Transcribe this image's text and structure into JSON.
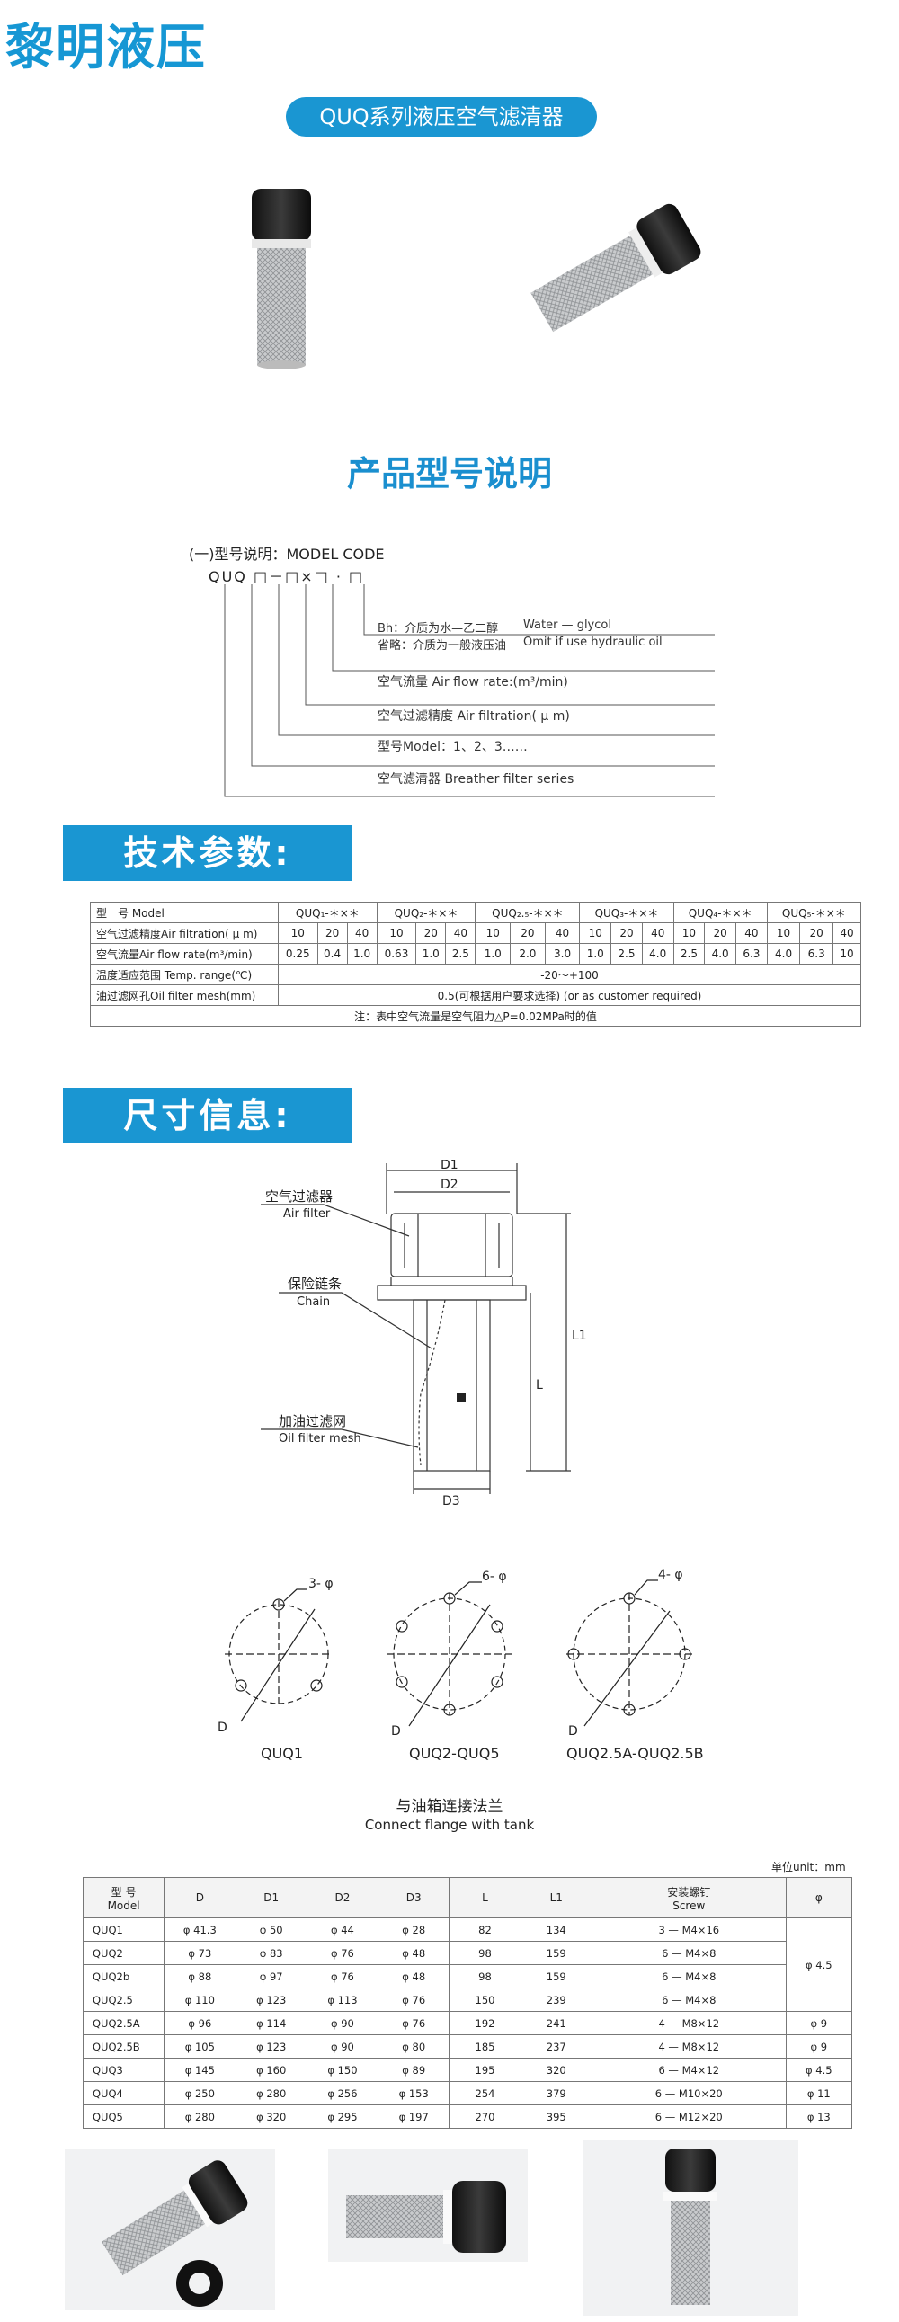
{
  "brand": {
    "name": "黎明液压"
  },
  "title_pill": "QUQ系列液压空气滤清器",
  "model_heading": "产品型号说明",
  "model_code": {
    "title": "(一)型号说明：MODEL CODE",
    "pattern": "QUQ □－□×□ · □",
    "line1a": "Bh：介质为水—乙二醇",
    "line1b": "Water — glycol",
    "line2a": "省略：介质为一般液压油",
    "line2b": "Omit if use hydraulic oil",
    "line3": "空气流量 Air flow rate:(m³/min)",
    "line4": "空气过滤精度 Air filtration( μ m)",
    "line5": "型号Model：1、2、3……",
    "line6": "空气滤清器  Breather filter series"
  },
  "tech_section": "技术参数:",
  "tech_table": {
    "header_label": "型　号 Model",
    "models": [
      "QUQ₁-＊×＊",
      "QUQ₂-＊×＊",
      "QUQ₂.₅-＊×＊",
      "QUQ₃-＊×＊",
      "QUQ₄-＊×＊",
      "QUQ₅-＊×＊"
    ],
    "filtration_label": "空气过滤精度Air filtration( μ m)",
    "filtration": [
      "10",
      "20",
      "40",
      "10",
      "20",
      "40",
      "10",
      "20",
      "40",
      "10",
      "20",
      "40",
      "10",
      "20",
      "40",
      "10",
      "20",
      "40"
    ],
    "flow_label": "空气流量Air flow rate(m³/min)",
    "flow": [
      "0.25",
      "0.4",
      "1.0",
      "0.63",
      "1.0",
      "2.5",
      "1.0",
      "2.0",
      "3.0",
      "1.0",
      "2.5",
      "4.0",
      "2.5",
      "4.0",
      "6.3",
      "4.0",
      "6.3",
      "10"
    ],
    "temp_label": "温度适应范围 Temp. range(℃)",
    "temp_value": "-20～+100",
    "mesh_label": "油过滤网孔Oil filter mesh(mm)",
    "mesh_value": "0.5(可根据用户要求选择) (or as customer required)",
    "note": "注：表中空气流量是空气阻力△P=0.02MPa时的值"
  },
  "dim_section": "尺寸信息:",
  "drawing": {
    "d1": "D1",
    "d2": "D2",
    "d3": "D3",
    "l": "L",
    "l1": "L1",
    "air_filter_cn": "空气过滤器",
    "air_filter_en": "Air filter",
    "chain_cn": "保险链条",
    "chain_en": "Chain",
    "mesh_cn": "加油过滤网",
    "mesh_en": "Oil filter mesh",
    "hole1": "3- φ",
    "hole2": "6- φ",
    "hole3": "4- φ",
    "d": "D",
    "flange1": "QUQ1",
    "flange2": "QUQ2-QUQ5",
    "flange3": "QUQ2.5A-QUQ2.5B",
    "flange_cn": "与油箱连接法兰",
    "flange_en": "Connect flange with tank"
  },
  "unit_note": "单位unit：mm",
  "dim_table": {
    "headers": {
      "model_cn": "型 号",
      "model_en": "Model",
      "D": "D",
      "D1": "D1",
      "D2": "D2",
      "D3": "D3",
      "L": "L",
      "L1": "L1",
      "screw_cn": "安装螺钉",
      "screw_en": "Screw",
      "phi": "φ"
    },
    "rows": [
      {
        "model": "QUQ1",
        "D": "φ 41.3",
        "D1": "φ 50",
        "D2": "φ 44",
        "D3": "φ 28",
        "L": "82",
        "L1": "134",
        "screw": "3 — M4×16",
        "phi": ""
      },
      {
        "model": "QUQ2",
        "D": "φ 73",
        "D1": "φ 83",
        "D2": "φ 76",
        "D3": "φ 48",
        "L": "98",
        "L1": "159",
        "screw": "6 — M4×8",
        "phi": ""
      },
      {
        "model": "QUQ2b",
        "D": "φ 88",
        "D1": "φ 97",
        "D2": "φ 76",
        "D3": "φ 48",
        "L": "98",
        "L1": "159",
        "screw": "6 — M4×8",
        "phi": ""
      },
      {
        "model": "QUQ2.5",
        "D": "φ 110",
        "D1": "φ 123",
        "D2": "φ 113",
        "D3": "φ 76",
        "L": "150",
        "L1": "239",
        "screw": "6 — M4×8",
        "phi": ""
      },
      {
        "model": "QUQ2.5A",
        "D": "φ 96",
        "D1": "φ 114",
        "D2": "φ 90",
        "D3": "φ 76",
        "L": "192",
        "L1": "241",
        "screw": "4 — M8×12",
        "phi": "φ 9"
      },
      {
        "model": "QUQ2.5B",
        "D": "φ 105",
        "D1": "φ 123",
        "D2": "φ 90",
        "D3": "φ 80",
        "L": "185",
        "L1": "237",
        "screw": "4 — M8×12",
        "phi": "φ 9"
      },
      {
        "model": "QUQ3",
        "D": "φ 145",
        "D1": "φ 160",
        "D2": "φ 150",
        "D3": "φ 89",
        "L": "195",
        "L1": "320",
        "screw": "6 — M4×12",
        "phi": "φ 4.5"
      },
      {
        "model": "QUQ4",
        "D": "φ 250",
        "D1": "φ 280",
        "D2": "φ 256",
        "D3": "φ 153",
        "L": "254",
        "L1": "379",
        "screw": "6 — M10×20",
        "phi": "φ 11"
      },
      {
        "model": "QUQ5",
        "D": "φ 280",
        "D1": "φ 320",
        "D2": "φ 295",
        "D3": "φ 197",
        "L": "270",
        "L1": "395",
        "screw": "6 — M12×20",
        "phi": "φ 13"
      }
    ],
    "merged_phi": "φ 4.5"
  }
}
